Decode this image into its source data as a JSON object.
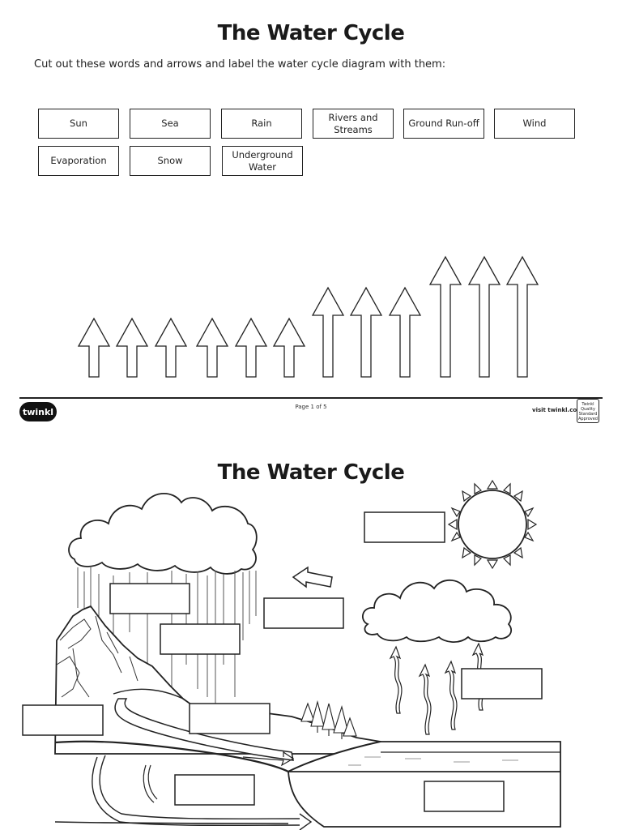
{
  "page1": {
    "title": "The Water Cycle",
    "instructions": "Cut out these words and arrows and label the water cycle diagram with them:",
    "word_cards": [
      "Sun",
      "Sea",
      "Rain",
      "Rivers and Streams",
      "Ground Run-off",
      "Wind",
      "Evaporation",
      "Snow",
      "Underground Water"
    ]
  },
  "footer": {
    "logo_text": "twinkl",
    "page_number": "Page 1 of 5",
    "visit_text": "visit twinkl.com",
    "badge_text": "Twinkl Quality Standard Approved"
  },
  "page2": {
    "title": "The Water Cycle"
  }
}
